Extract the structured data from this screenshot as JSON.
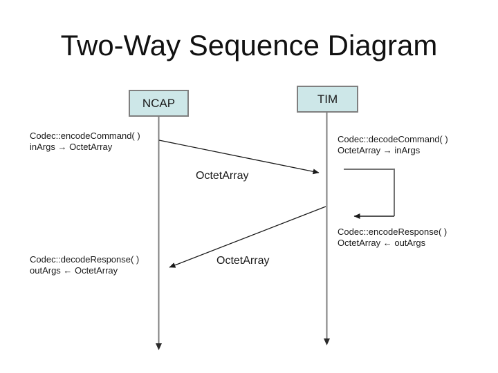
{
  "slide": {
    "title": "Two-Way Sequence Diagram"
  },
  "diagram": {
    "actors": [
      {
        "name": "NCAP"
      },
      {
        "name": "TIM"
      }
    ],
    "messages": [
      {
        "label": "OctetArray",
        "from": "NCAP",
        "to": "TIM"
      },
      {
        "label": "OctetArray",
        "from": "TIM",
        "to": "NCAP"
      }
    ],
    "annotations": [
      {
        "line1": "Codec::encodeCommand( )",
        "line2": "inArgs → OctetArray"
      },
      {
        "line1": "Codec::decodeCommand( )",
        "line2": "OctetArray → inArgs"
      },
      {
        "line1": "Codec::encodeResponse( )",
        "line2": "OctetArray ← outArgs"
      },
      {
        "line1": "Codec::decodeResponse( )",
        "line2": "outArgs ← OctetArray"
      }
    ]
  },
  "colors": {
    "background": "#ffffff",
    "box_fill": "#cde7e8",
    "box_border": "#7f7f7f",
    "lifeline": "#7f7f7f",
    "arrow": "#1a1a1a",
    "loop_gray": "#737373",
    "text": "#1a1a1a"
  }
}
